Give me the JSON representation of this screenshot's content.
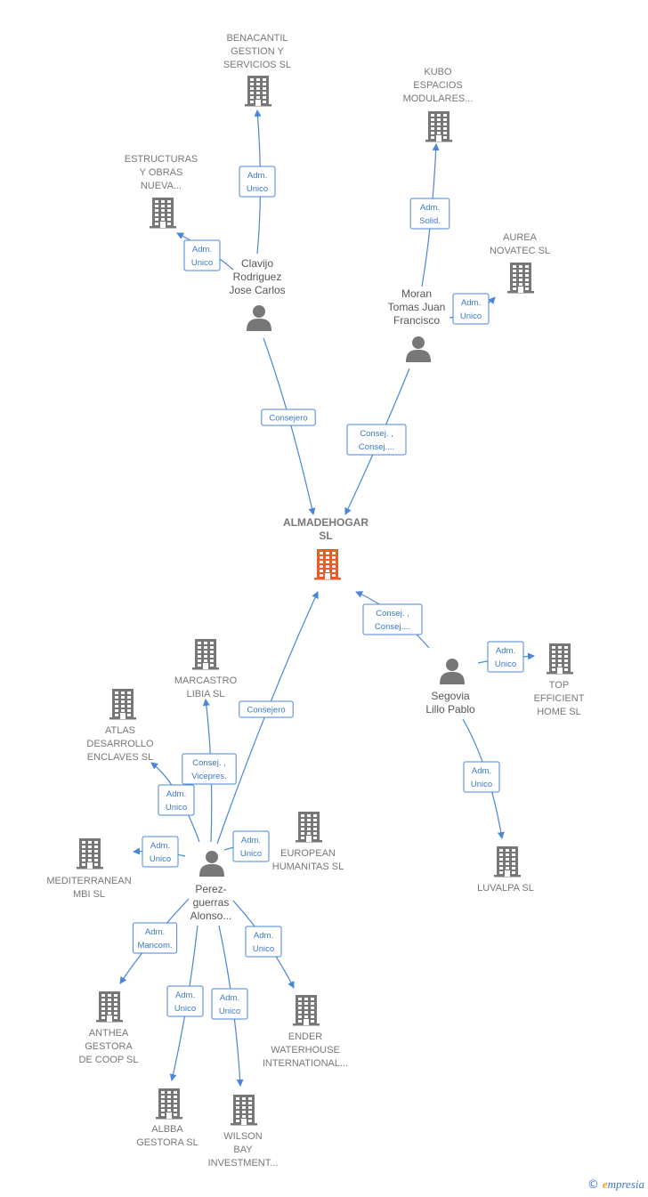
{
  "colors": {
    "company": "#777777",
    "main_company": "#f05a28",
    "person": "#777777",
    "edge": "#4a86d8"
  },
  "nodes": [
    {
      "id": "almadehogar",
      "type": "main",
      "lines": [
        "ALMADEHOGAR",
        "SL"
      ]
    },
    {
      "id": "benacantil",
      "type": "company",
      "lines": [
        "BENACANTIL",
        "GESTION Y",
        "SERVICIOS SL"
      ]
    },
    {
      "id": "estructuras",
      "type": "company",
      "lines": [
        "ESTRUCTURAS",
        "Y OBRAS",
        "NUEVA..."
      ]
    },
    {
      "id": "kubo",
      "type": "company",
      "lines": [
        "KUBO",
        "ESPACIOS",
        "MODULARES..."
      ]
    },
    {
      "id": "aurea",
      "type": "company",
      "lines": [
        "AUREA",
        "NOVATEC  SL"
      ]
    },
    {
      "id": "clavijo",
      "type": "person",
      "lines": [
        "Clavijo",
        "Rodriguez",
        "Jose Carlos"
      ]
    },
    {
      "id": "moran",
      "type": "person",
      "lines": [
        "Moran",
        "Tomas Juan",
        "Francisco"
      ]
    },
    {
      "id": "marcastro",
      "type": "company",
      "lines": [
        "MARCASTRO",
        "LIBIA SL"
      ]
    },
    {
      "id": "atlas",
      "type": "company",
      "lines": [
        "ATLAS",
        "DESARROLLO",
        "ENCLAVES SL"
      ]
    },
    {
      "id": "mediterranean",
      "type": "company",
      "lines": [
        "MEDITERRANEAN",
        "MBI  SL"
      ]
    },
    {
      "id": "european",
      "type": "company",
      "lines": [
        "EUROPEAN",
        "HUMANITAS  SL"
      ]
    },
    {
      "id": "perez",
      "type": "person",
      "lines": [
        "Perez-",
        "guerras",
        "Alonso..."
      ]
    },
    {
      "id": "segovia",
      "type": "person",
      "lines": [
        "Segovia",
        "Lillo Pablo"
      ]
    },
    {
      "id": "topefficient",
      "type": "company",
      "lines": [
        "TOP",
        "EFFICIENT",
        "HOME  SL"
      ]
    },
    {
      "id": "luvalpa",
      "type": "company",
      "lines": [
        "LUVALPA  SL"
      ]
    },
    {
      "id": "anthea",
      "type": "company",
      "lines": [
        "ANTHEA",
        "GESTORA",
        "DE COOP  SL"
      ]
    },
    {
      "id": "ender",
      "type": "company",
      "lines": [
        "ENDER",
        "WATERHOUSE",
        "INTERNATIONAL..."
      ]
    },
    {
      "id": "albba",
      "type": "company",
      "lines": [
        "ALBBA",
        "GESTORA  SL"
      ]
    },
    {
      "id": "wilson",
      "type": "company",
      "lines": [
        "WILSON",
        "BAY",
        "INVESTMENT..."
      ]
    }
  ],
  "edges": [
    {
      "from": "clavijo",
      "to": "benacantil",
      "label": [
        "Adm.",
        "Unico"
      ]
    },
    {
      "from": "clavijo",
      "to": "estructuras",
      "label": [
        "Adm.",
        "Unico"
      ]
    },
    {
      "from": "clavijo",
      "to": "almadehogar",
      "label": [
        "Consejero"
      ]
    },
    {
      "from": "moran",
      "to": "kubo",
      "label": [
        "Adm.",
        "Solid."
      ]
    },
    {
      "from": "moran",
      "to": "aurea",
      "label": [
        "Adm.",
        "Unico"
      ]
    },
    {
      "from": "moran",
      "to": "almadehogar",
      "label": [
        "Consej. ,",
        "Consej...."
      ]
    },
    {
      "from": "perez",
      "to": "almadehogar",
      "label": [
        "Consejero"
      ]
    },
    {
      "from": "perez",
      "to": "marcastro",
      "label": [
        "Consej. ,",
        "Vicepres."
      ]
    },
    {
      "from": "perez",
      "to": "atlas",
      "label": [
        "Adm.",
        "Unico"
      ]
    },
    {
      "from": "perez",
      "to": "mediterranean",
      "label": [
        "Adm.",
        "Unico"
      ]
    },
    {
      "from": "perez",
      "to": "european",
      "label": [
        "Adm.",
        "Unico"
      ]
    },
    {
      "from": "perez",
      "to": "anthea",
      "label": [
        "Adm.",
        "Mancom."
      ]
    },
    {
      "from": "perez",
      "to": "ender",
      "label": [
        "Adm.",
        "Unico"
      ]
    },
    {
      "from": "perez",
      "to": "albba",
      "label": [
        "Adm.",
        "Unico"
      ]
    },
    {
      "from": "perez",
      "to": "wilson",
      "label": [
        "Adm.",
        "Unico"
      ]
    },
    {
      "from": "segovia",
      "to": "almadehogar",
      "label": [
        "Consej. ,",
        "Consej...."
      ]
    },
    {
      "from": "segovia",
      "to": "topefficient",
      "label": [
        "Adm.",
        "Unico"
      ]
    },
    {
      "from": "segovia",
      "to": "luvalpa",
      "label": [
        "Adm.",
        "Unico"
      ]
    }
  ],
  "footer": {
    "copyright": "©",
    "brand_initial": "e",
    "brand_rest": "mpresia"
  }
}
